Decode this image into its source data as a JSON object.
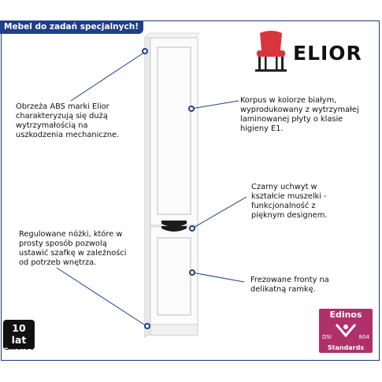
{
  "tag": "Mebel do zadań specjalnych!",
  "brand": {
    "name": "ELIOR"
  },
  "notes": {
    "abs": "Obrzeża ABS marki Elior charakteryzują się dużą wytrzymałością na uszkodzenia mechaniczne.",
    "korpus": "Korpus w kolorze białym, wyprodukowany z wytrzymałej laminowanej płyty o klasie higieny E1.",
    "uchwyt": "Czarny uchwyt w kształcie muszelki - funkcjonalność z pięknym designem.",
    "nozki": "Regulowane nóżki, które w prosty sposób pozwolą ustawić szafkę w zależności od potrzeb wnętrza.",
    "fronty": "Frezowane fronty na delikatną ramkę."
  },
  "warranty": {
    "line1": "10 lat",
    "line2": "Gwarancji"
  },
  "edinos": {
    "name": "Edinos",
    "dsi": "DSI",
    "number": "804",
    "standards": "Standards"
  },
  "colors": {
    "accent": "#1f3f88",
    "edinos": "#b0306a",
    "chair": "#d9353f"
  },
  "icons": [
    "chair-logo-icon",
    "shell-handle-icon"
  ]
}
